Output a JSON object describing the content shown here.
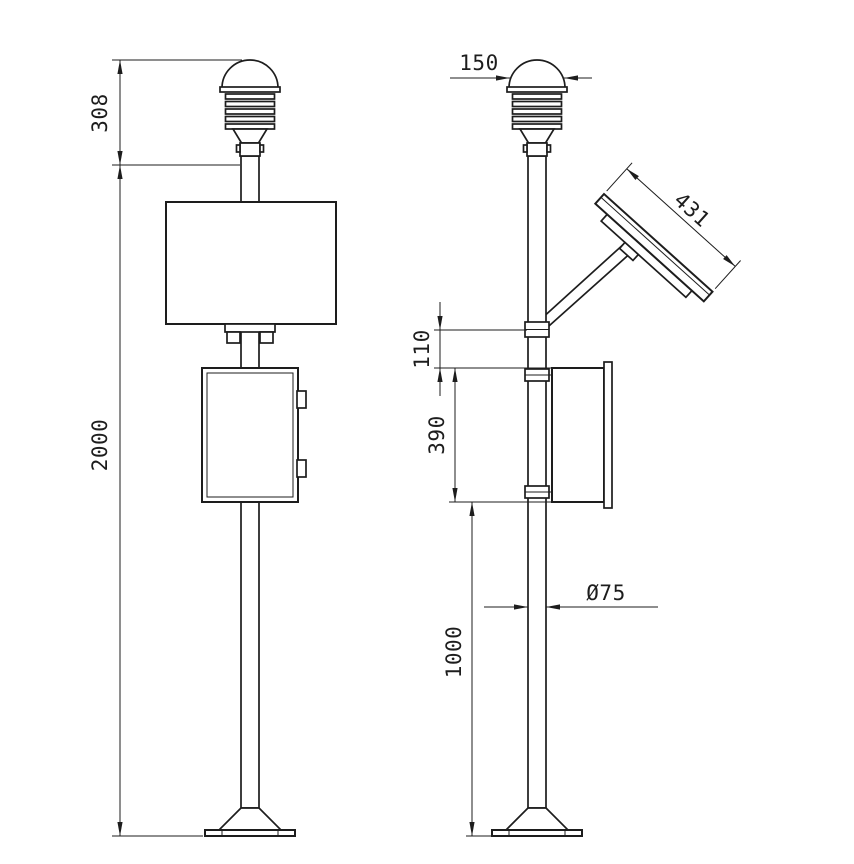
{
  "page": {
    "background": "#ffffff",
    "line_color": "#1d1d1d",
    "description_labels_visible": false
  },
  "front_view": {
    "dim_sensor_height": "308",
    "dim_total_height": "2000"
  },
  "side_view": {
    "dim_sensor_width": "150",
    "dim_solar_panel_length": "431",
    "dim_mount_to_cabinet": "110",
    "dim_cabinet_height": "390",
    "dim_cabinet_to_ground": "1000",
    "dim_pole_diameter": "Ø75"
  }
}
